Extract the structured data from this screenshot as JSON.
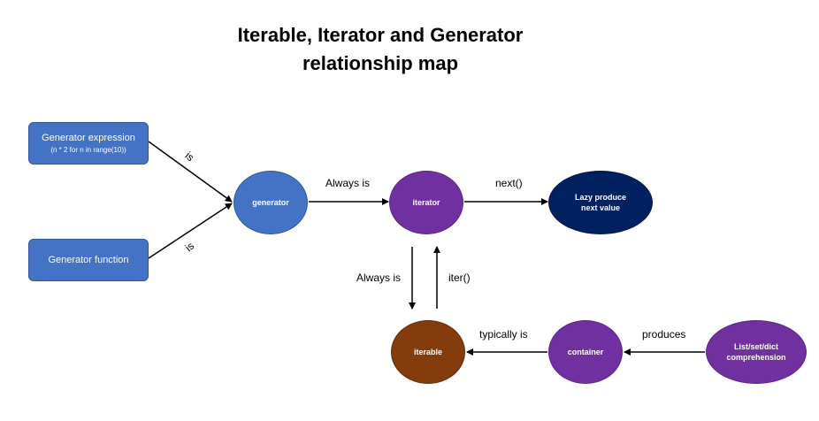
{
  "title": {
    "line1": "Iterable, Iterator and Generator",
    "line2": "relationship map"
  },
  "boxes": {
    "gen_expr": {
      "label": "Generator expression",
      "sub": "(n * 2 for n in range(10))",
      "color": "#4472c4"
    },
    "gen_func": {
      "label": "Generator function",
      "color": "#4472c4"
    }
  },
  "nodes": {
    "generator": {
      "label": "generator",
      "color": "#4472c4"
    },
    "iterator": {
      "label": "iterator",
      "color": "#7030a0"
    },
    "lazy": {
      "line1": "Lazy produce",
      "line2": "next value",
      "color": "#002060"
    },
    "iterable": {
      "label": "iterable",
      "color": "#843c0c"
    },
    "container": {
      "label": "container",
      "color": "#7030a0"
    },
    "comprehension": {
      "line1": "List/set/dict",
      "line2": "comprehension",
      "color": "#7030a0"
    }
  },
  "edges": {
    "expr_is": "is",
    "func_is": "is",
    "gen_iter": "Always is",
    "next": "next()",
    "iter_to_iterable": "Always is",
    "iterable_to_iter": "iter()",
    "container_iterable": "typically is",
    "produces": "produces"
  }
}
